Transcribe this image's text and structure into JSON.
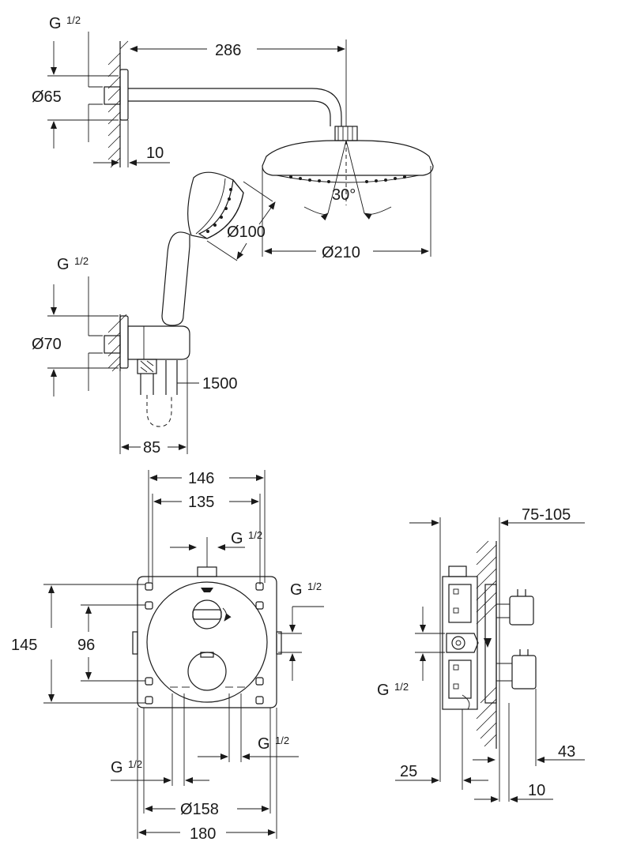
{
  "colors": {
    "ink": "#1a1a1a",
    "paper": "#ffffff"
  },
  "icons": {
    "logo": "grohe-logo-icon"
  },
  "top_view": {
    "arm_length": "286",
    "flange_thread_g": "G",
    "flange_thread_frac": "1/2",
    "flange_diameter": "Ø65",
    "flange_depth": "10",
    "spray_angle": "30°",
    "handshower_diameter": "Ø100",
    "headshower_diameter": "Ø210",
    "outlet_thread_g": "G",
    "outlet_thread_frac": "1/2",
    "outlet_diameter": "Ø70",
    "hose_length": "1500",
    "outlet_projection": "85"
  },
  "front_view": {
    "box_width_outer": "146",
    "box_width_inner": "135",
    "top_connection_g": "G",
    "top_connection_frac": "1/2",
    "box_height": "145",
    "inlet_spacing": "96",
    "right_connection_g": "G",
    "right_connection_frac": "1/2",
    "left_outlet_g": "G",
    "left_outlet_frac": "1/2",
    "right_outlet_g": "G",
    "right_outlet_frac": "1/2",
    "rosette_diameter": "Ø158",
    "plate_width": "180"
  },
  "side_view": {
    "install_depth": "75-105",
    "inlet_thread_g": "G",
    "inlet_thread_frac": "1/2",
    "handle_projection": "43",
    "body_depth": "25",
    "plate_thickness": "10"
  }
}
